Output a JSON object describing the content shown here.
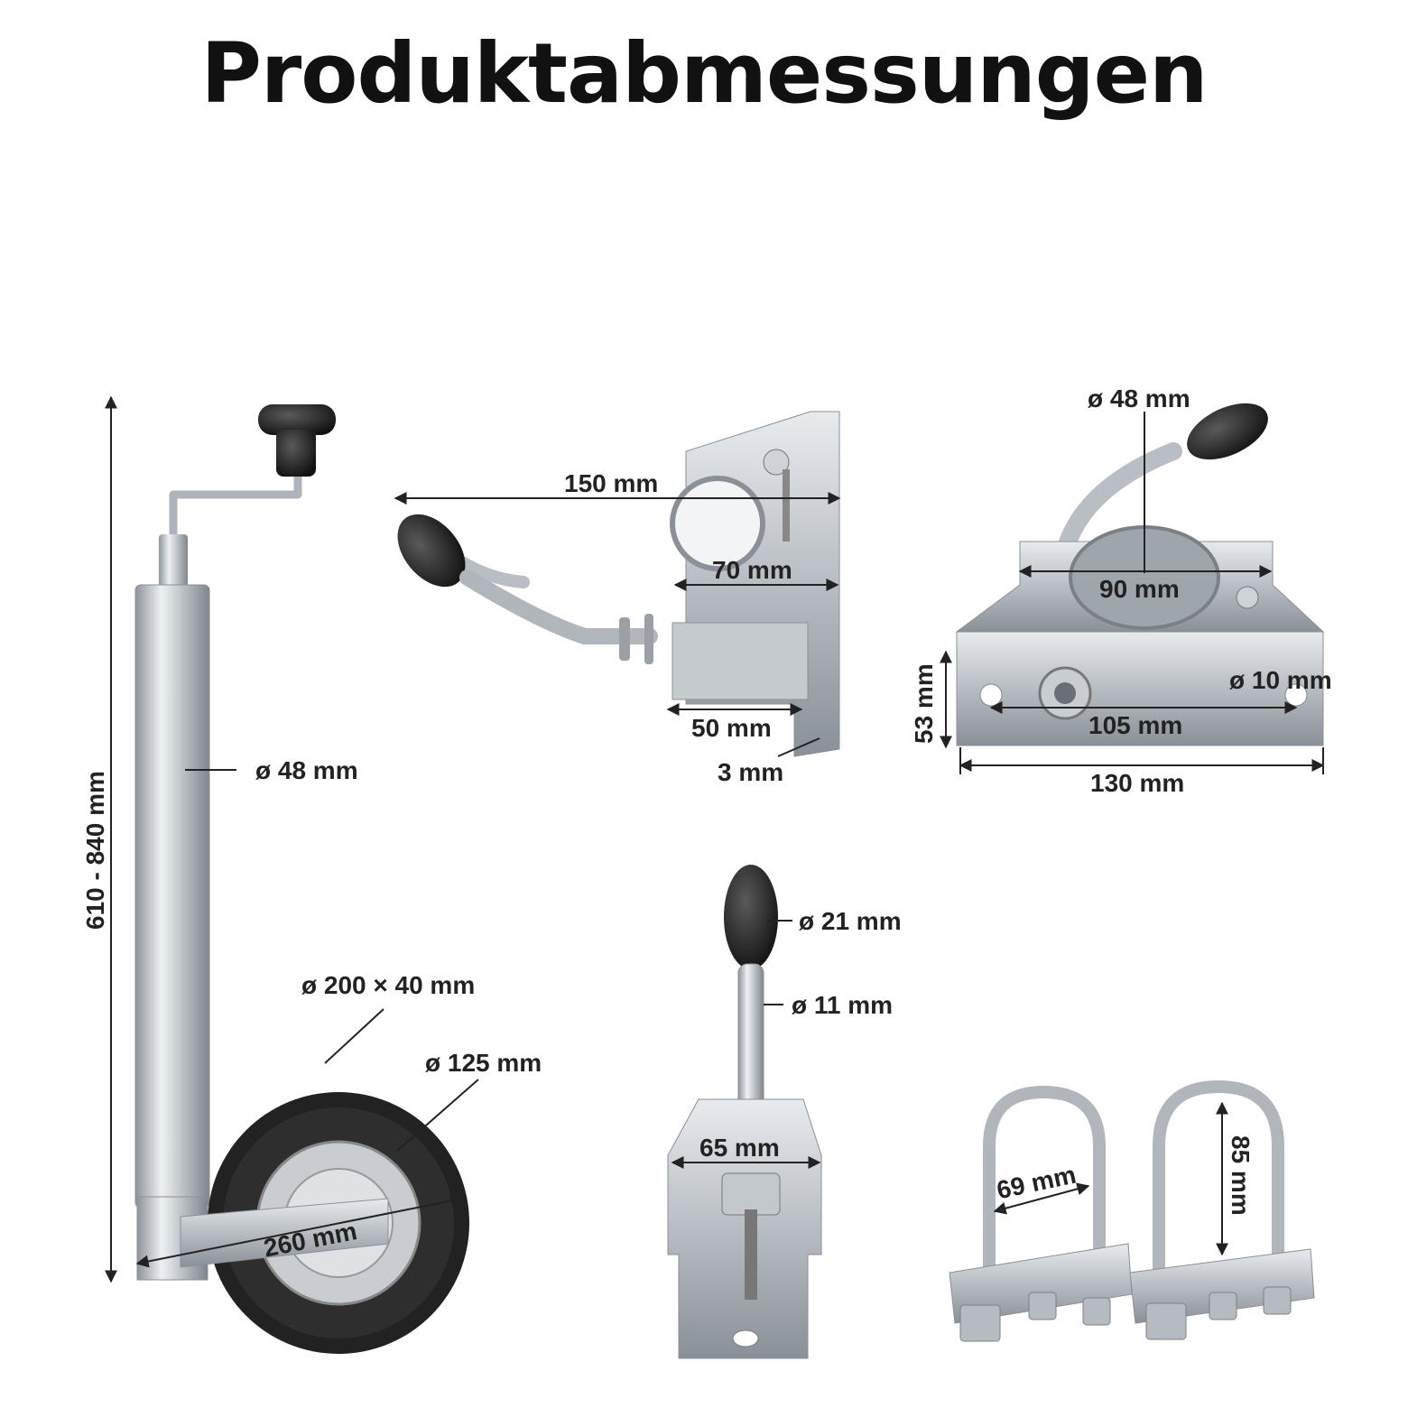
{
  "title": "Produktabmessungen",
  "colors": {
    "text": "#222222",
    "steel": "#b9bec4",
    "rubber": "#1d1d1d"
  },
  "jockey_wheel": {
    "height_range": "610 - 840 mm",
    "tube_diameter": "ø 48 mm",
    "wheel_size": "ø 200 × 40 mm",
    "rim_diameter": "ø 125 mm",
    "arm_length": "260 mm"
  },
  "clamp_side": {
    "total_length": "150 mm",
    "inner_width": "70 mm",
    "base_width": "50 mm",
    "thickness": "3 mm"
  },
  "clamp_top": {
    "tube_diameter": "ø 48 mm",
    "top_width": "90 mm",
    "height": "53 mm",
    "hole_diameter": "ø 10 mm",
    "hole_spacing": "105 mm",
    "plate_width": "130 mm"
  },
  "clamp_front": {
    "knob_diameter": "ø 21 mm",
    "rod_diameter": "ø 11 mm",
    "width": "65 mm"
  },
  "u_bolts": {
    "inner_width": "69 mm",
    "height": "85 mm"
  }
}
